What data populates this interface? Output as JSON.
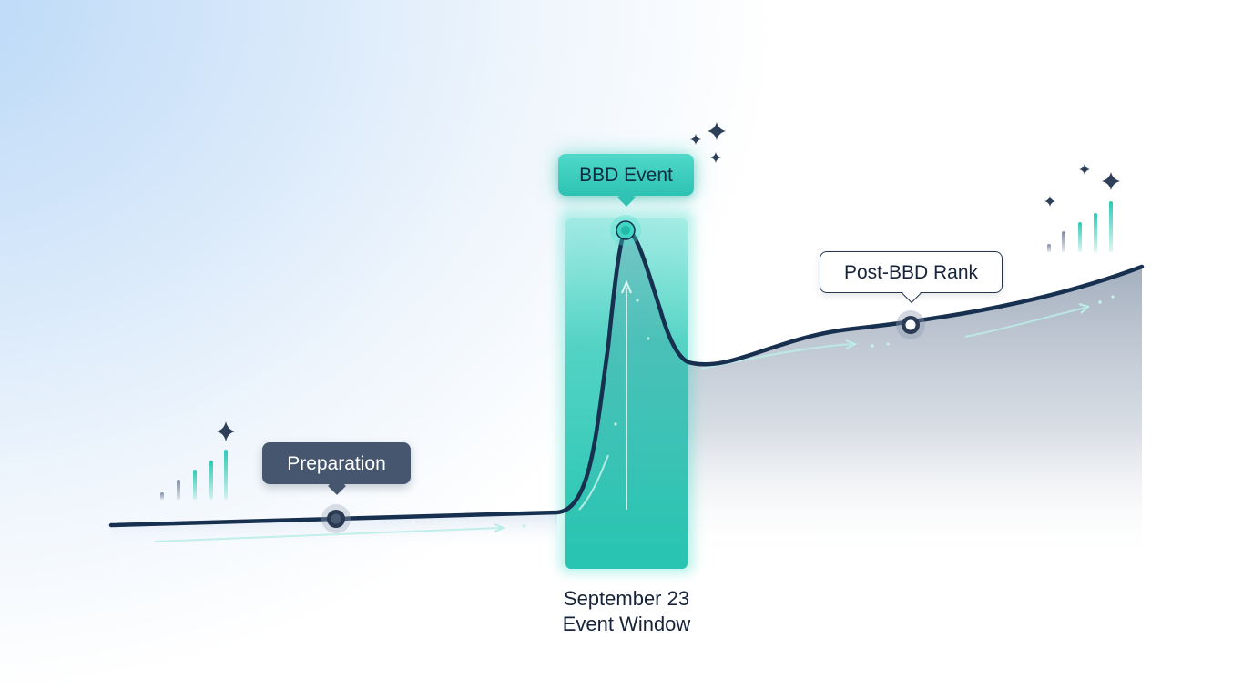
{
  "callouts": {
    "preparation": "Preparation",
    "bbd_event": "BBD Event",
    "post_bbd": "Post-BBD Rank"
  },
  "event_window": {
    "date": "September 23",
    "label": "Event Window"
  },
  "colors": {
    "line": "#17304f",
    "accent_teal": "#2ec8b6",
    "area_gray": "#8a99ad",
    "preparation_box": "#46566f"
  },
  "icons": [
    "sparkle-icon",
    "mini-bar-chart-icon"
  ]
}
